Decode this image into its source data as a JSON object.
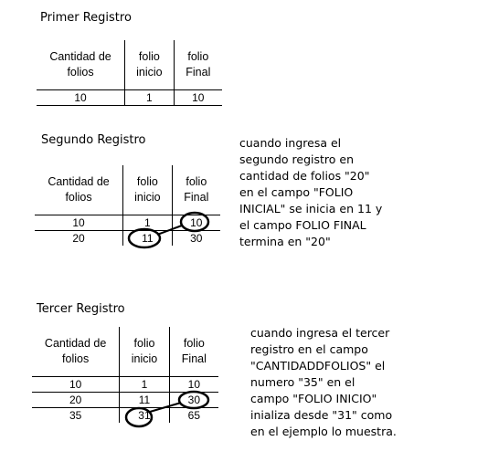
{
  "tables": [
    {
      "title": "Primer Registro",
      "headers": [
        "Cantidad de folios",
        "folio inicio",
        "folio Final"
      ],
      "rows": [
        [
          "10",
          "1",
          "10"
        ]
      ]
    },
    {
      "title": "Segundo Registro",
      "headers": [
        "Cantidad de folios",
        "folio inicio",
        "folio Final"
      ],
      "rows": [
        [
          "10",
          "1",
          "10"
        ],
        [
          "20",
          "11",
          "30"
        ]
      ]
    },
    {
      "title": "Tercer Registro",
      "headers": [
        "Cantidad de folios",
        "folio inicio",
        "folio Final"
      ],
      "rows": [
        [
          "10",
          "1",
          "10"
        ],
        [
          "20",
          "11",
          "30"
        ],
        [
          "35",
          "31",
          "65"
        ]
      ]
    }
  ],
  "notes": {
    "segundo": "cuando ingresa el segundo registro en cantidad de folios \"20\" en el campo \"FOLIO INICIAL\" se inicia en 11 y el campo FOLIO FINAL termina en \"20\"",
    "tercero": "cuando ingresa el tercer registro en el campo \"CANTIDADDFOLIOS\" el numero \"35\" en el campo \"FOLIO INICIO\" inializa desde \"31\" como en el ejemplo lo muestra."
  }
}
